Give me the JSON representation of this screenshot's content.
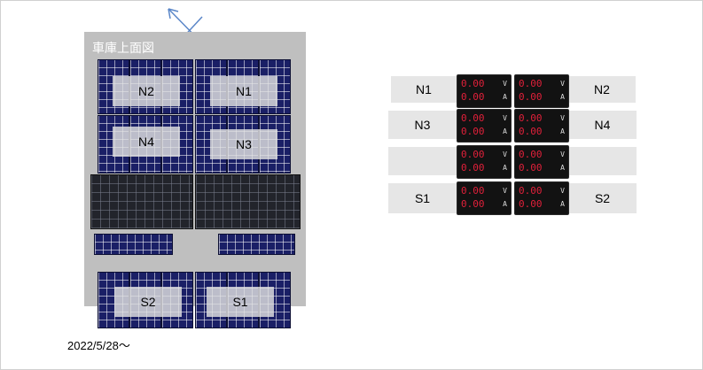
{
  "garage": {
    "title": "車庫上面図",
    "labels": {
      "n1": "N1",
      "n2": "N2",
      "n3": "N3",
      "n4": "N4",
      "s1": "S1",
      "s2": "S2"
    }
  },
  "date_text": "2022/5/28～",
  "meters": {
    "rows": [
      {
        "left_label": "N1",
        "right_label": "N2"
      },
      {
        "left_label": "N3",
        "right_label": "N4"
      },
      {
        "left_label": "",
        "right_label": ""
      },
      {
        "left_label": "S1",
        "right_label": "S2"
      }
    ],
    "reading_top": "0.00",
    "reading_bottom": "0.00",
    "unit_top": "V",
    "unit_bottom": "A"
  },
  "colors": {
    "panel_blue": "#1a1f66",
    "display_red": "#e0203a",
    "garage_gray": "#bfbfbf"
  }
}
